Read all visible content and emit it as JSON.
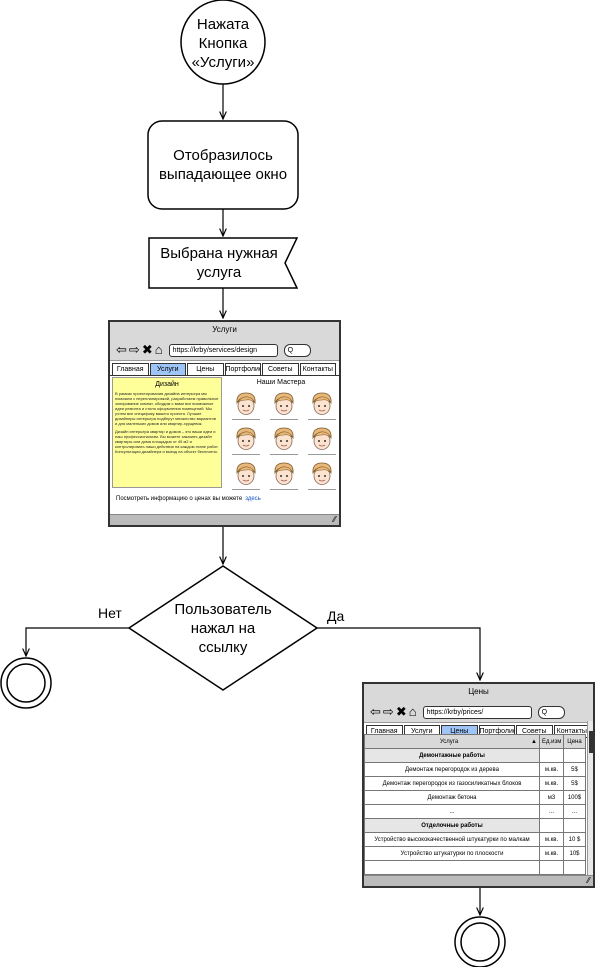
{
  "nodes": {
    "start": "Нажата Кнопка «Услуги»",
    "dropdown": "Отобразилось выпадающее окно",
    "selected": "Выбрана нужная услуга",
    "decision": "Пользователь нажал на ссылку"
  },
  "edges": {
    "no": "Нет",
    "yes": "Да"
  },
  "services_page": {
    "title": "Услуги",
    "url": "https://krby/services/design",
    "search": "Q",
    "tabs": [
      "Главная",
      "Услуги",
      "Цены",
      "Портфолио",
      "Советы",
      "Контакты"
    ],
    "active_tab": 1,
    "design": {
      "title": "Дизайн",
      "p1": "В рамках проектирования дизайна интерьера мы поможем с перепланировкой, разработаем правильное зонирование комнат, обсудим с вами все возможные идеи ремонта и стиля оформления помещений. Мы учтем все специфику вашего проекта. Лучшие дизайнеры интерьера подберут множество вариантов и для маленьких домов или квартир-хрущевок.",
      "p2": "Дизайн интерьера квартир и домов – это ваши идеи и наш профессионализм. Вы можете заказать дизайн квартиры или дома площадью от 45 м2 и контролировать наши действия на каждом этапе работ. Консультация дизайнера и выезд на объект бесплатно."
    },
    "masters_title": "Наши Мастера",
    "footer": "Посмотреть информацию о ценах вы можете",
    "footer_link": "здесь"
  },
  "prices_page": {
    "title": "Цены",
    "url": "https://krby/prices/",
    "search": "Q",
    "tabs": [
      "Главная",
      "Услуги",
      "Цены",
      "Портфолио",
      "Советы",
      "Контакты"
    ],
    "active_tab": 2,
    "columns": [
      "Услуга",
      "Ед.изм",
      "Цена"
    ],
    "sort_marker": "▲",
    "rows": [
      {
        "cat": "Демонтажные работы"
      },
      {
        "name": "Демонтаж перегородок из дерева",
        "unit": "м.кв.",
        "price": "5$"
      },
      {
        "name": "Демонтаж перегородок из газосиликатных блоков",
        "unit": "м.кв.",
        "price": "5$"
      },
      {
        "name": "Демонтаж бетона",
        "unit": "м3",
        "price": "100$"
      },
      {
        "name": "...",
        "unit": "...",
        "price": "..."
      },
      {
        "cat": "Отделочные работы"
      },
      {
        "name": "Устройство высококачественной штукатурки по малкам",
        "unit": "м.кв.",
        "price": "10 $"
      },
      {
        "name": "Устройство штукатурки по плоскости",
        "unit": "м.кв.",
        "price": "10$"
      },
      {
        "name": "",
        "unit": "",
        "price": ""
      }
    ]
  }
}
